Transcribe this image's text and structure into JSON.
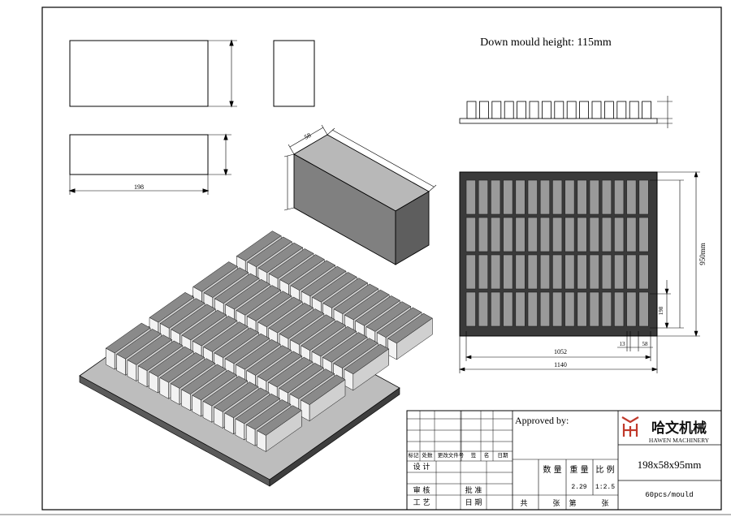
{
  "drawing": {
    "header_note": "Down mould height: 115mm",
    "dimensions": {
      "brick_length": "198",
      "brick_width": "58",
      "mould_height": "950mm",
      "tray_inner_width": "1052",
      "tray_outer_width": "1140",
      "gap": "13",
      "cell_width": "58",
      "cell_length": "198"
    }
  },
  "title_block": {
    "approved_label": "Approved by:",
    "company_name": "哈文机械",
    "company_english": "HAWEN MACHINERY",
    "product_size": "198x58x95mm",
    "quantity_note": "60pcs/mould",
    "weight": "2.29",
    "scale": "1:2.5",
    "rev_headers": [
      "标记",
      "处数",
      "更改文件号",
      "签",
      "名",
      "日期"
    ],
    "labels": {
      "design": "设 计",
      "check": "审 核",
      "process": "工 艺",
      "approve": "批 准",
      "date": "日 期",
      "quantity": "数 量",
      "weight": "重 量",
      "scale": "比 例",
      "total": "共",
      "sheets": "张",
      "sheet_no": "第",
      "sheet_unit": "张"
    }
  },
  "colors": {
    "line": "#000000",
    "tray": "#3a3a3a",
    "cell": "#9a9a9a",
    "brick": "#7a7a7a",
    "brand_red": "#c0392b"
  }
}
